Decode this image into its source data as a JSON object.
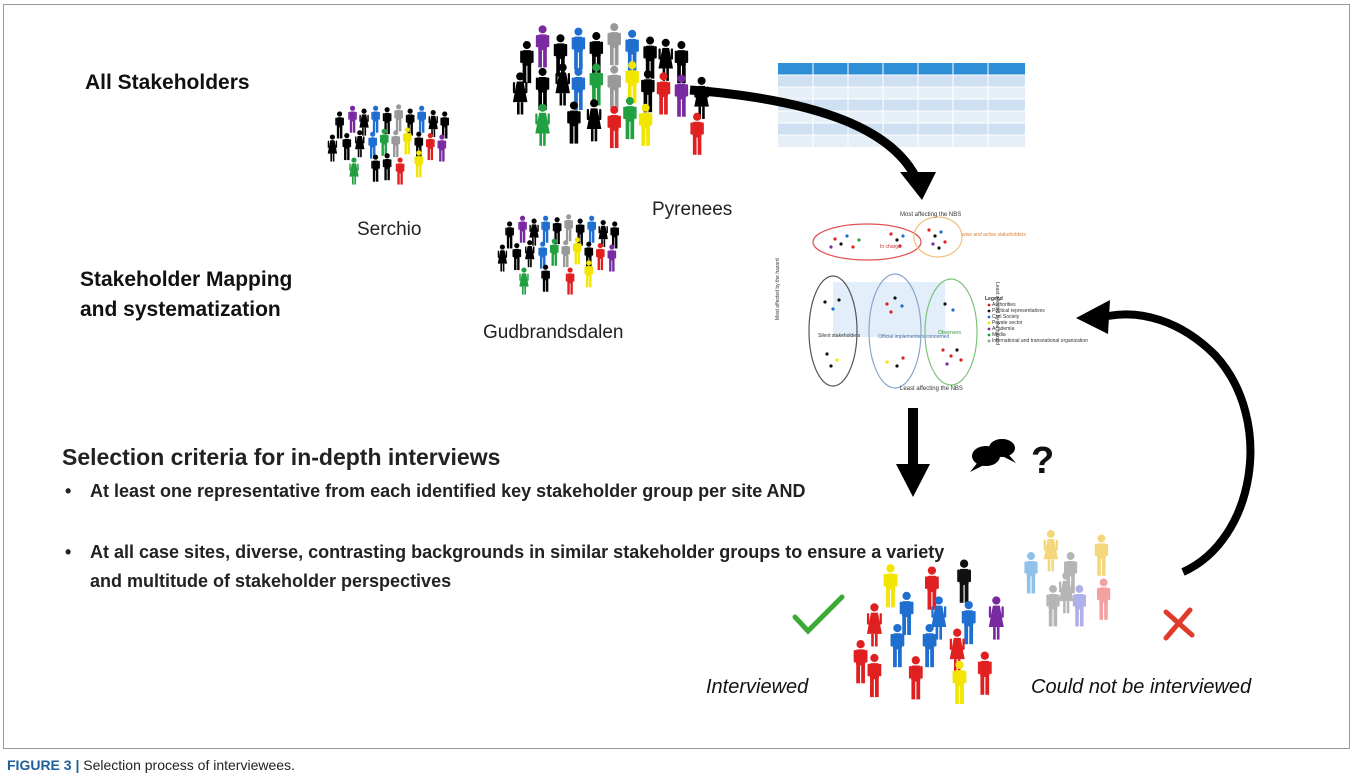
{
  "figure": {
    "heading_all": "All Stakeholders",
    "heading_mapping_line1": "Stakeholder Mapping",
    "heading_mapping_line2": "and systematization",
    "heading_selection": "Selection criteria for in-depth interviews",
    "criteria": [
      "At least one representative from each identified key stakeholder group per site AND",
      "At all case sites, diverse, contrasting backgrounds in similar stakeholder groups to ensure a variety and multitude of stakeholder perspectives"
    ],
    "sites": [
      "Serchio",
      "Pyrenees",
      "Gudbrandsdalen"
    ],
    "label_interviewed": "Interviewed",
    "label_not_interviewed": "Could not be interviewed",
    "question_mark": "?",
    "bullet_char": "•"
  },
  "map": {
    "top_label": "Most affecting the NBS",
    "bottom_label": "Least affecting the NBS",
    "left_label": "Most affected by the hazard",
    "right_label": "Least affected by the hazard",
    "groups": [
      "In charge",
      "wise and active stakeholders",
      "Silent stakeholders",
      "Official implementers concerned",
      "Observers"
    ],
    "legend_title": "Legend",
    "legend": [
      {
        "label": "Authorities",
        "color": "#e02020"
      },
      {
        "label": "Political representatives",
        "color": "#111111"
      },
      {
        "label": "Civil Society",
        "color": "#1f6fd0"
      },
      {
        "label": "Private sector",
        "color": "#f2e600"
      },
      {
        "label": "Academia",
        "color": "#7a2aa0"
      },
      {
        "label": "Media",
        "color": "#20a040"
      },
      {
        "label": "International and transnational organization",
        "color": "#999999"
      }
    ]
  },
  "caption": {
    "label": "FIGURE 3 |",
    "text": " Selection process of interviewees."
  },
  "colors": {
    "check": "#3aaa35",
    "cross": "#e03a2a",
    "table_header": "#2e8fd6",
    "table_row_a": "#cfe0f2",
    "table_row_b": "#e6eff8",
    "arrow": "#000000"
  }
}
